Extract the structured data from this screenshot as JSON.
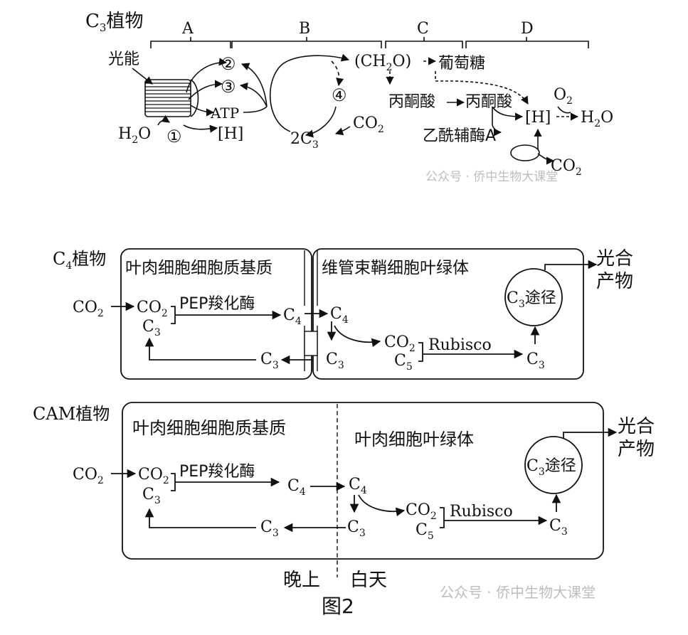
{
  "part1": {
    "title_main": "C",
    "title_sub": "3",
    "title_rest": "植物",
    "sections": [
      "A",
      "B",
      "C",
      "D"
    ],
    "light_energy": "光能",
    "h2o_left_main": "H",
    "h2o_left_sub": "2",
    "h2o_left_end": "O",
    "circled": [
      "①",
      "②",
      "③",
      "④"
    ],
    "atp": "ATP",
    "h_bracket": "[H]",
    "ch2o_a": "(CH",
    "ch2o_sub": "2",
    "ch2o_b": "O)",
    "glucose": "葡萄糖",
    "two_c3_main": "2C",
    "two_c3_sub": "3",
    "co2_main": "CO",
    "co2_sub": "2",
    "pyruvate": "丙酮酸",
    "acetyl_coa": "乙酰辅酶A",
    "o2_main": "O",
    "o2_sub": "2",
    "h2o_right_main": "H",
    "h2o_right_sub": "2",
    "h2o_right_end": "O",
    "co2_out_main": "CO",
    "co2_out_sub": "2",
    "watermark": "公众号 · 侨中生物大课堂"
  },
  "part2": {
    "c4_title_main": "C",
    "c4_title_sub": "4",
    "c4_title_rest": "植物",
    "c4_box1_label": "叶肉细胞细胞质基质",
    "c4_box2_label": "维管束鞘细胞叶绿体",
    "cam_title": "CAM植物",
    "cam_box_left_label": "叶肉细胞细胞质基质",
    "cam_box_right_label": "叶肉细胞叶绿体",
    "co2_main": "CO",
    "co2_sub": "2",
    "c3_main": "C",
    "c3_sub": "3",
    "c4_main": "C",
    "c4_sub": "4",
    "c5_main": "C",
    "c5_sub": "5",
    "pep_enzyme": "PEP羧化酶",
    "rubisco": "Rubisco",
    "c3_pathway_main": "C",
    "c3_pathway_sub": "3",
    "c3_pathway_rest": "途径",
    "product_line1": "光合",
    "product_line2": "产物",
    "night": "晚上",
    "day": "白天",
    "figure_label": "图2",
    "watermark": "公众号 · 侨中生物大课堂"
  }
}
